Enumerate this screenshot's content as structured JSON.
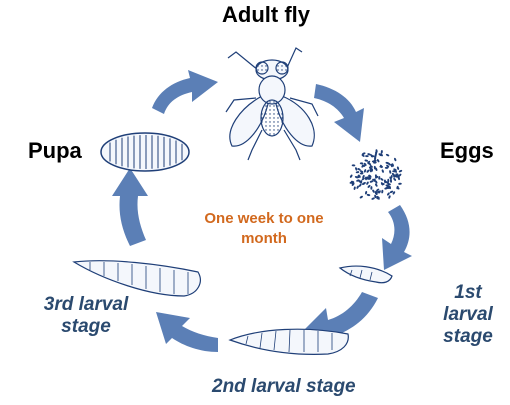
{
  "title": "Adult fly",
  "stages": {
    "eggs": "Eggs",
    "pupa": "Pupa",
    "first_larval": "1st\nlarval\nstage",
    "second_larval": "2nd larval stage",
    "third_larval": "3rd larval\nstage"
  },
  "center_note": "One week to one\nmonth",
  "colors": {
    "arrow": "#5b7fb6",
    "center_text": "#d2691e",
    "larva_text": "#2b4a6f",
    "illustration_stroke": "#1f3f78",
    "illustration_fill": "#f4f7fc"
  },
  "icons": [
    "adult-fly-icon",
    "eggs-cluster-icon",
    "pupa-icon",
    "first-larva-icon",
    "second-larva-icon",
    "third-larva-icon",
    "cycle-arrow-icon"
  ]
}
